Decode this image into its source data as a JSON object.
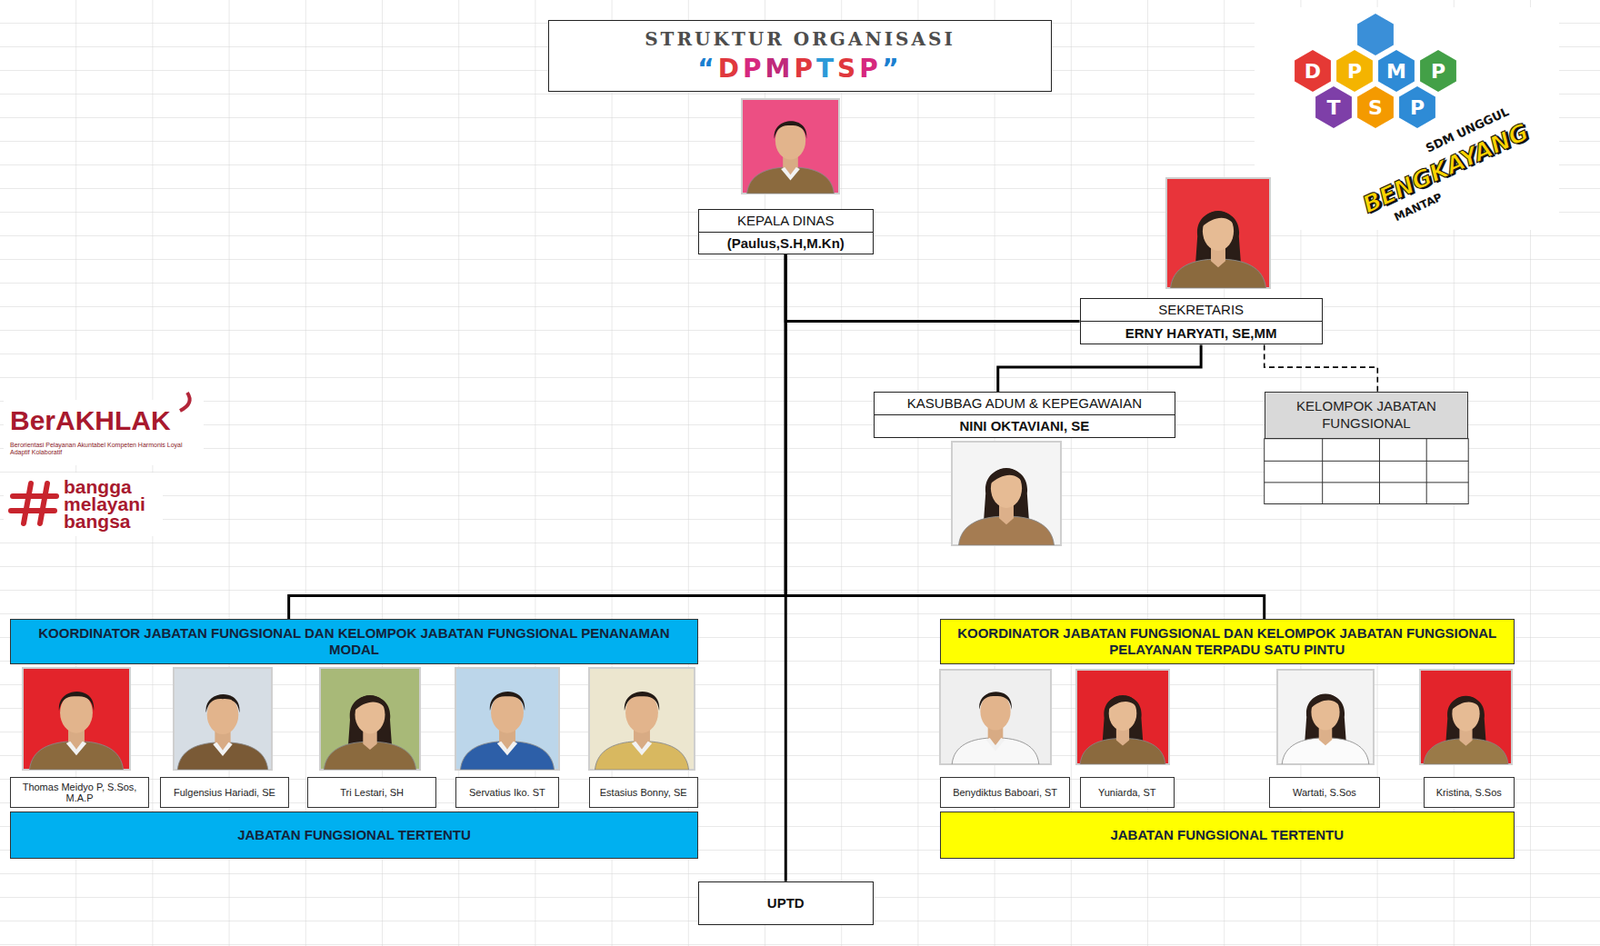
{
  "diagram": {
    "nodes": [
      {
        "text": [
          "STRUKTUR ORGANISASI",
          "“DPMPTSP”"
        ]
      },
      {
        "text": [
          "KEPALA DINAS",
          "(Paulus,S.H,M.Kn)"
        ]
      },
      {
        "text": [
          "SEKRETARIS",
          "ERNY HARYATI, SE,MM"
        ]
      },
      {
        "text": [
          "KASUBBAG ADUM & KEPEGAWAIAN",
          "NINI OKTAVIANI, SE"
        ]
      },
      {
        "text": [
          "KELOMPOK JABATAN FUNGSIONAL"
        ]
      },
      {
        "text": [
          "KOORDINATOR JABATAN FUNGSIONAL DAN KELOMPOK JABATAN FUNGSIONAL PENANAMAN MODAL"
        ]
      },
      {
        "text": [
          "Thomas Meidyo P, S.Sos, M.A.P"
        ]
      },
      {
        "text": [
          "Fulgensius Hariadi, SE"
        ]
      },
      {
        "text": [
          "Tri Lestari, SH"
        ]
      },
      {
        "text": [
          "Servatius Iko. ST"
        ]
      },
      {
        "text": [
          "Estasius Bonny, SE"
        ]
      },
      {
        "text": [
          "JABATAN FUNGSIONAL TERTENTU"
        ]
      },
      {
        "text": [
          "KOORDINATOR JABATAN FUNGSIONAL DAN KELOMPOK JABATAN FUNGSIONAL PELAYANAN TERPADU SATU PINTU"
        ]
      },
      {
        "text": [
          "Benydiktus Baboari, ST"
        ]
      },
      {
        "text": [
          "Yuniarda, ST"
        ]
      },
      {
        "text": [
          "Wartati, S.Sos"
        ]
      },
      {
        "text": [
          "Kristina, S.Sos"
        ]
      },
      {
        "text": [
          "JABATAN FUNGSIONAL TERTENTU"
        ]
      },
      {
        "text": [
          "UPTD"
        ]
      }
    ],
    "edges": [
      {
        "from": 1,
        "to": 2,
        "arrow": "none"
      },
      {
        "from": 2,
        "to": 3,
        "arrow": "none"
      },
      {
        "from": 2,
        "to": 4,
        "arrow": "none"
      },
      {
        "from": 1,
        "to": 5,
        "arrow": "none"
      },
      {
        "from": 1,
        "to": 12,
        "arrow": "none"
      },
      {
        "from": 1,
        "to": 18,
        "arrow": "none"
      }
    ],
    "labels": [
      "D",
      "P",
      "M",
      "P",
      "T",
      "S",
      "P",
      "SDM UNGGUL",
      "BENGKAYANG",
      "MANTAP",
      "BerAKHLAK",
      "Berorientasi Pelayanan Akuntabel Kompeten Harmonis Loyal Adaptif Kolaboratif",
      "bangga melayani bangsa"
    ]
  }
}
